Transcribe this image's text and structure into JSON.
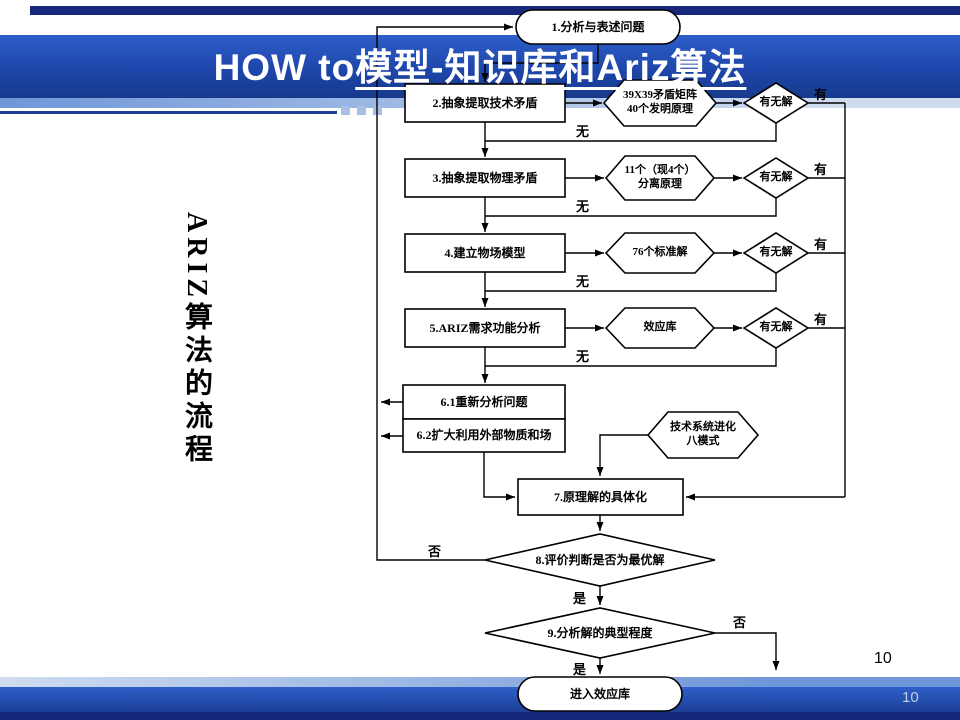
{
  "header": {
    "title_part1": "HOW to",
    "title_part2": "模型-知识库和Ariz算法"
  },
  "side_label": "ARIZ算法的流程",
  "flowchart": {
    "start": "1.分析与表述问题",
    "step2": "2.抽象提取技术矛盾",
    "step3": "3.抽象提取物理矛盾",
    "step4": "4.建立物场模型",
    "step5": "5.ARIZ需求功能分析",
    "step6a": "6.1重新分析问题",
    "step6b": "6.2扩大利用外部物质和场",
    "step7": "7.原理解的具体化",
    "step8": "8.评价判断是否为最优解",
    "step9": "9.分析解的典型程度",
    "end": "进入效应库",
    "kb_matrix_l1": "39X39矛盾矩阵",
    "kb_matrix_l2": "40个发明原理",
    "kb_separation_l1": "11个（现4个）",
    "kb_separation_l2": "分离原理",
    "kb_standard": "76个标准解",
    "kb_effects": "效应库",
    "kb_evolution_l1": "技术系统进化",
    "kb_evolution_l2": "八模式",
    "decision": "有无解",
    "yes": "有",
    "no": "无",
    "shi": "是",
    "fou": "否"
  },
  "footer": {
    "page_number_black": "10",
    "page_number_footer": "10"
  },
  "colors": {
    "band_blue": "#1e46ab",
    "navy": "#16277c",
    "light_blue": "#a9bee4"
  }
}
